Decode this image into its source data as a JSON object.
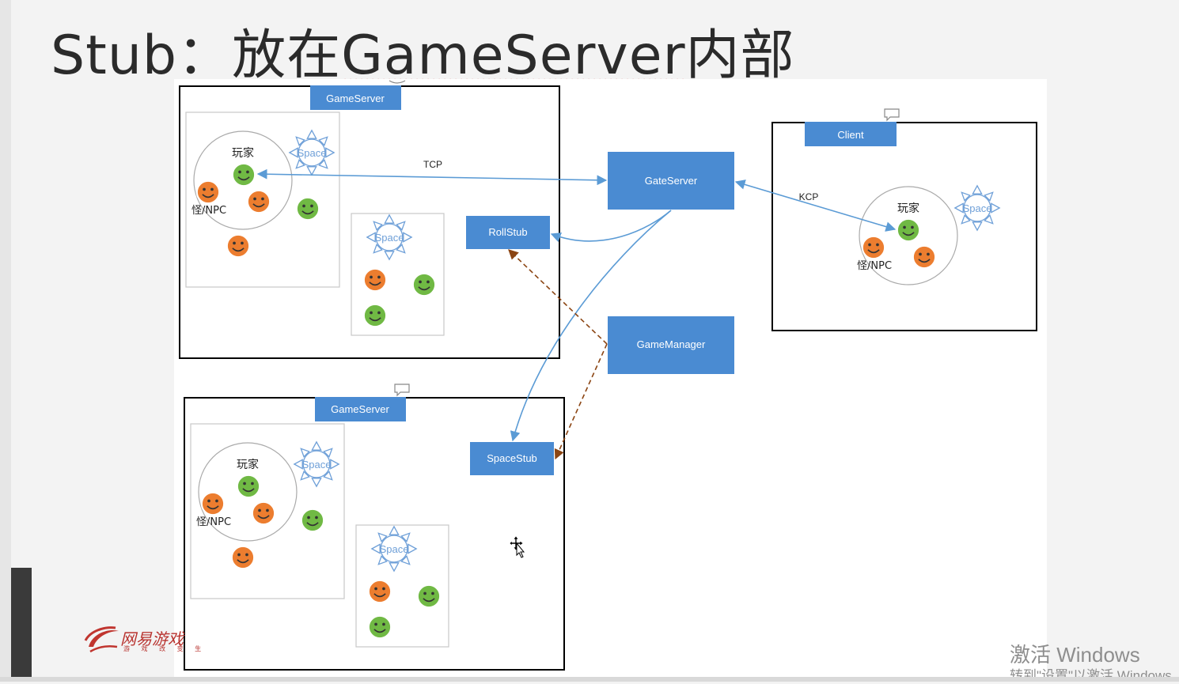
{
  "slide": {
    "title_prefix": "Stub：放在",
    "title_underlined": "GameServer",
    "title_suffix": "内部"
  },
  "nodes": {
    "gameserver": "GameServer",
    "client": "Client",
    "gateserver": "GateServer",
    "rollstub": "RollStub",
    "gamemanager": "GameManager",
    "spacestub": "SpaceStub",
    "space": "Space",
    "player": "玩家",
    "npc": "怪/NPC"
  },
  "edges": {
    "tcp": "TCP",
    "kcp": "KCP"
  },
  "colors": {
    "box_blue": "#4a8bd2",
    "arrow_blue": "#5b9bd5",
    "arrow_dashed": "#8b4513",
    "smiley_green": "#70b944",
    "smiley_orange": "#ec7d2f"
  },
  "logo": {
    "text": "网易游戏",
    "sub": "游 戏 改 变 生"
  },
  "watermark": {
    "line1": "激活 Windows",
    "line2": "转到\"设置\"以激活 Windows"
  }
}
